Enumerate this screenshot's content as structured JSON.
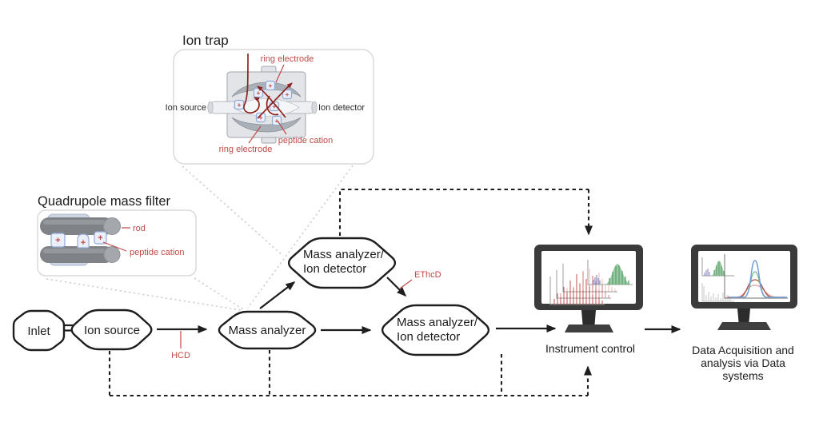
{
  "colors": {
    "label_red": "#bf4a45",
    "trajectory_red": "#8d2420",
    "line_black": "#1e1e1e",
    "dotted_gray": "#cdcdcd",
    "monitor_dark": "#3b3b3b",
    "spectrum_red": "#c2524c",
    "spectrum_green": "#7cb889",
    "spectrum_purple": "#8f8dc2",
    "spectrum_blue": "#6f9cd8"
  },
  "symbols": {
    "plus": "+"
  },
  "insets": {
    "ion_trap": {
      "title": "Ion trap",
      "ring_electrode_top": "ring electrode",
      "ring_electrode_bottom": "ring electrode",
      "ion_source": "Ion source",
      "ion_detector": "Ion detector",
      "peptide_cation": "peptide cation"
    },
    "quadrupole": {
      "title": "Quadrupole mass filter",
      "rod": "rod",
      "peptide_cation": "peptide cation"
    }
  },
  "flow": {
    "inlet": "Inlet",
    "ion_source": "Ion source",
    "mass_analyzer": "Mass analyzer",
    "ma_id_top_line1": "Mass analyzer/",
    "ma_id_top_line2": "Ion detector",
    "ma_id_bottom_line1": "Mass analyzer/",
    "ma_id_bottom_line2": "Ion detector",
    "hcd": "HCD",
    "ethcd": "EThcD"
  },
  "monitors": {
    "instrument_control_label": "Instrument control",
    "data_systems_line1": "Data Acquisition and",
    "data_systems_line2": "analysis via Data",
    "data_systems_line3": "systems"
  }
}
